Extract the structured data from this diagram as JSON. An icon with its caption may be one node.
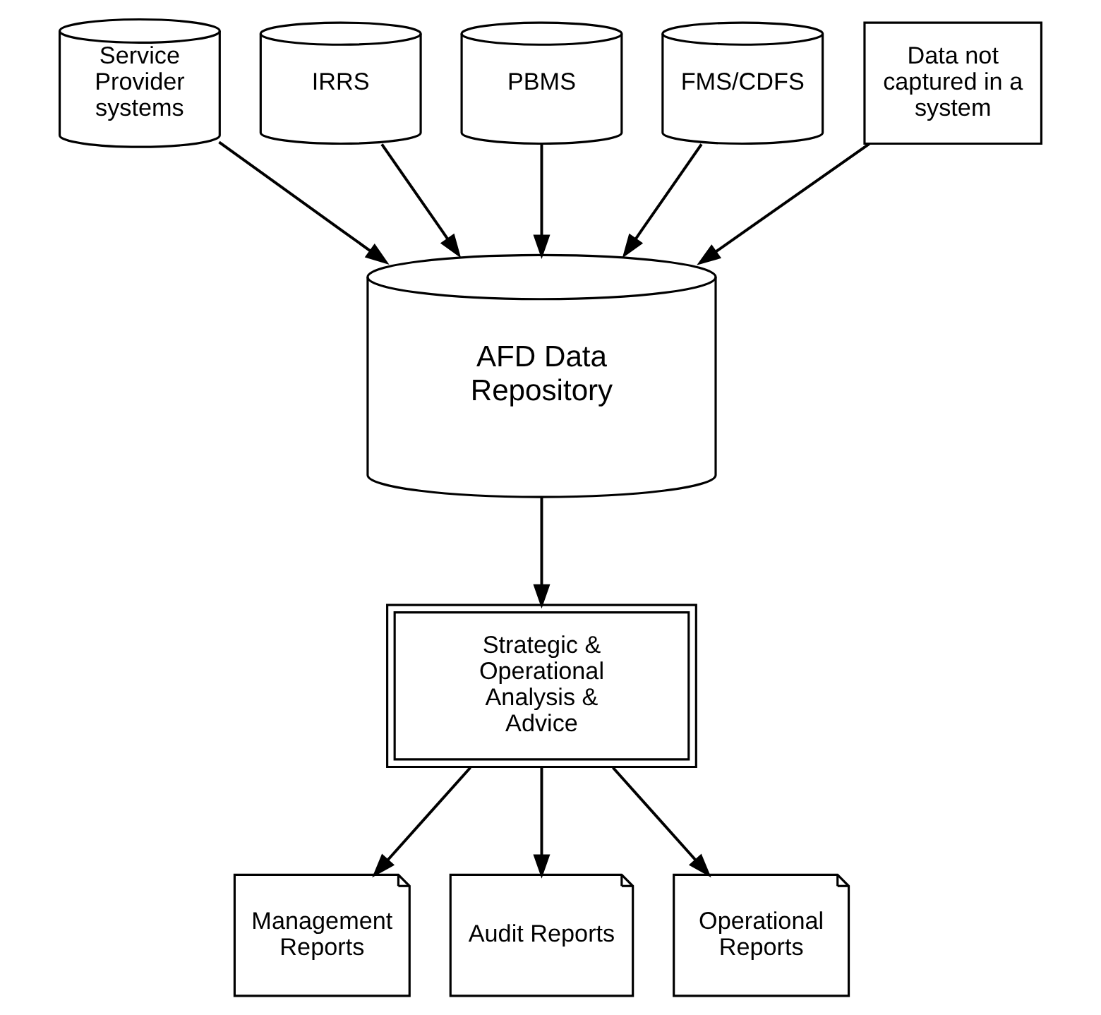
{
  "diagram": {
    "nodes": [
      {
        "text": [
          "Service Provider systems"
        ]
      },
      {
        "text": [
          "IRRS"
        ]
      },
      {
        "text": [
          "PBMS"
        ]
      },
      {
        "text": [
          "FMS/CDFS"
        ]
      },
      {
        "text": [
          "Data not captured in a system"
        ]
      },
      {
        "text": [
          "AFD Data Repository"
        ]
      },
      {
        "text": [
          "Strategic & Operational Analysis & Advice"
        ]
      },
      {
        "text": [
          "Management Reports"
        ]
      },
      {
        "text": [
          "Audit Reports"
        ]
      },
      {
        "text": [
          "Operational Reports"
        ]
      }
    ],
    "edges": [
      {
        "from": 0,
        "to": 5,
        "arrow": "to"
      },
      {
        "from": 1,
        "to": 5,
        "arrow": "to"
      },
      {
        "from": 2,
        "to": 5,
        "arrow": "to"
      },
      {
        "from": 3,
        "to": 5,
        "arrow": "to"
      },
      {
        "from": 4,
        "to": 5,
        "arrow": "to"
      },
      {
        "from": 5,
        "to": 6,
        "arrow": "to"
      },
      {
        "from": 6,
        "to": 7,
        "arrow": "to"
      },
      {
        "from": 6,
        "to": 8,
        "arrow": "to"
      },
      {
        "from": 6,
        "to": 9,
        "arrow": "to"
      }
    ]
  }
}
